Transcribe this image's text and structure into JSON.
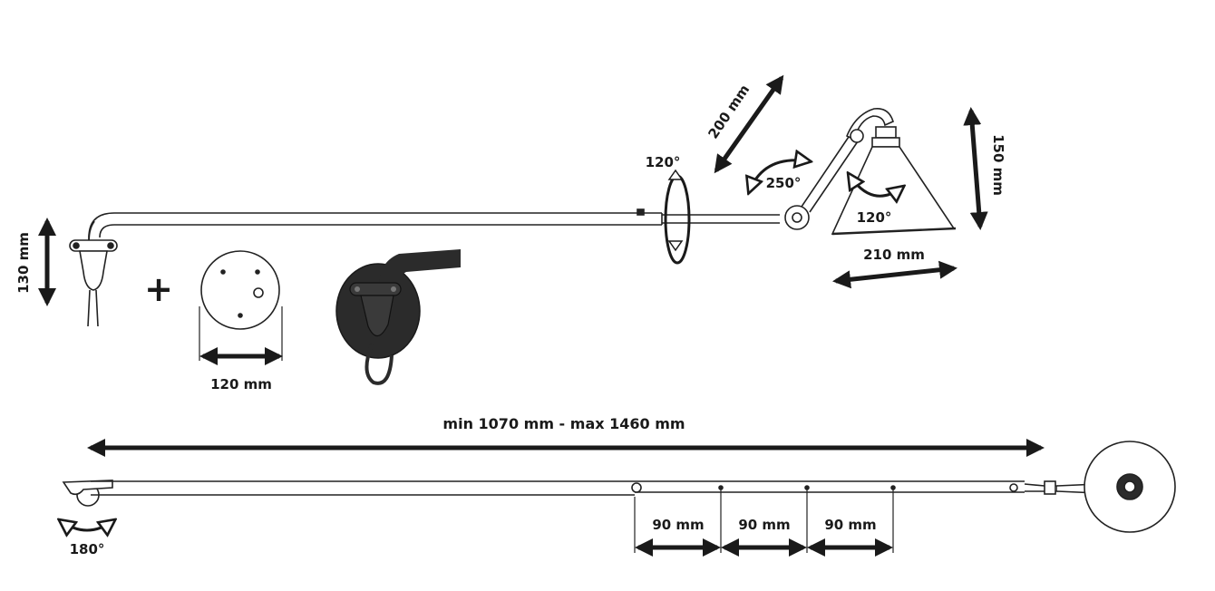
{
  "colors": {
    "ink": "#1a1a1a",
    "stroke": "#222222",
    "fill": "#ffffff",
    "dark": "#2b2b2b"
  },
  "labels": {
    "base_height": "130 mm",
    "plus": "+",
    "plate_diameter": "120 mm",
    "rotation_top": "120°",
    "arm_segment": "200 mm",
    "joint_rotation": "250°",
    "shade_tilt": "120°",
    "shade_height": "150 mm",
    "shade_width": "210 mm",
    "total_length": "min 1070 mm - max 1460 mm",
    "step_1": "90 mm",
    "step_2": "90 mm",
    "step_3": "90 mm",
    "base_swivel": "180°"
  }
}
